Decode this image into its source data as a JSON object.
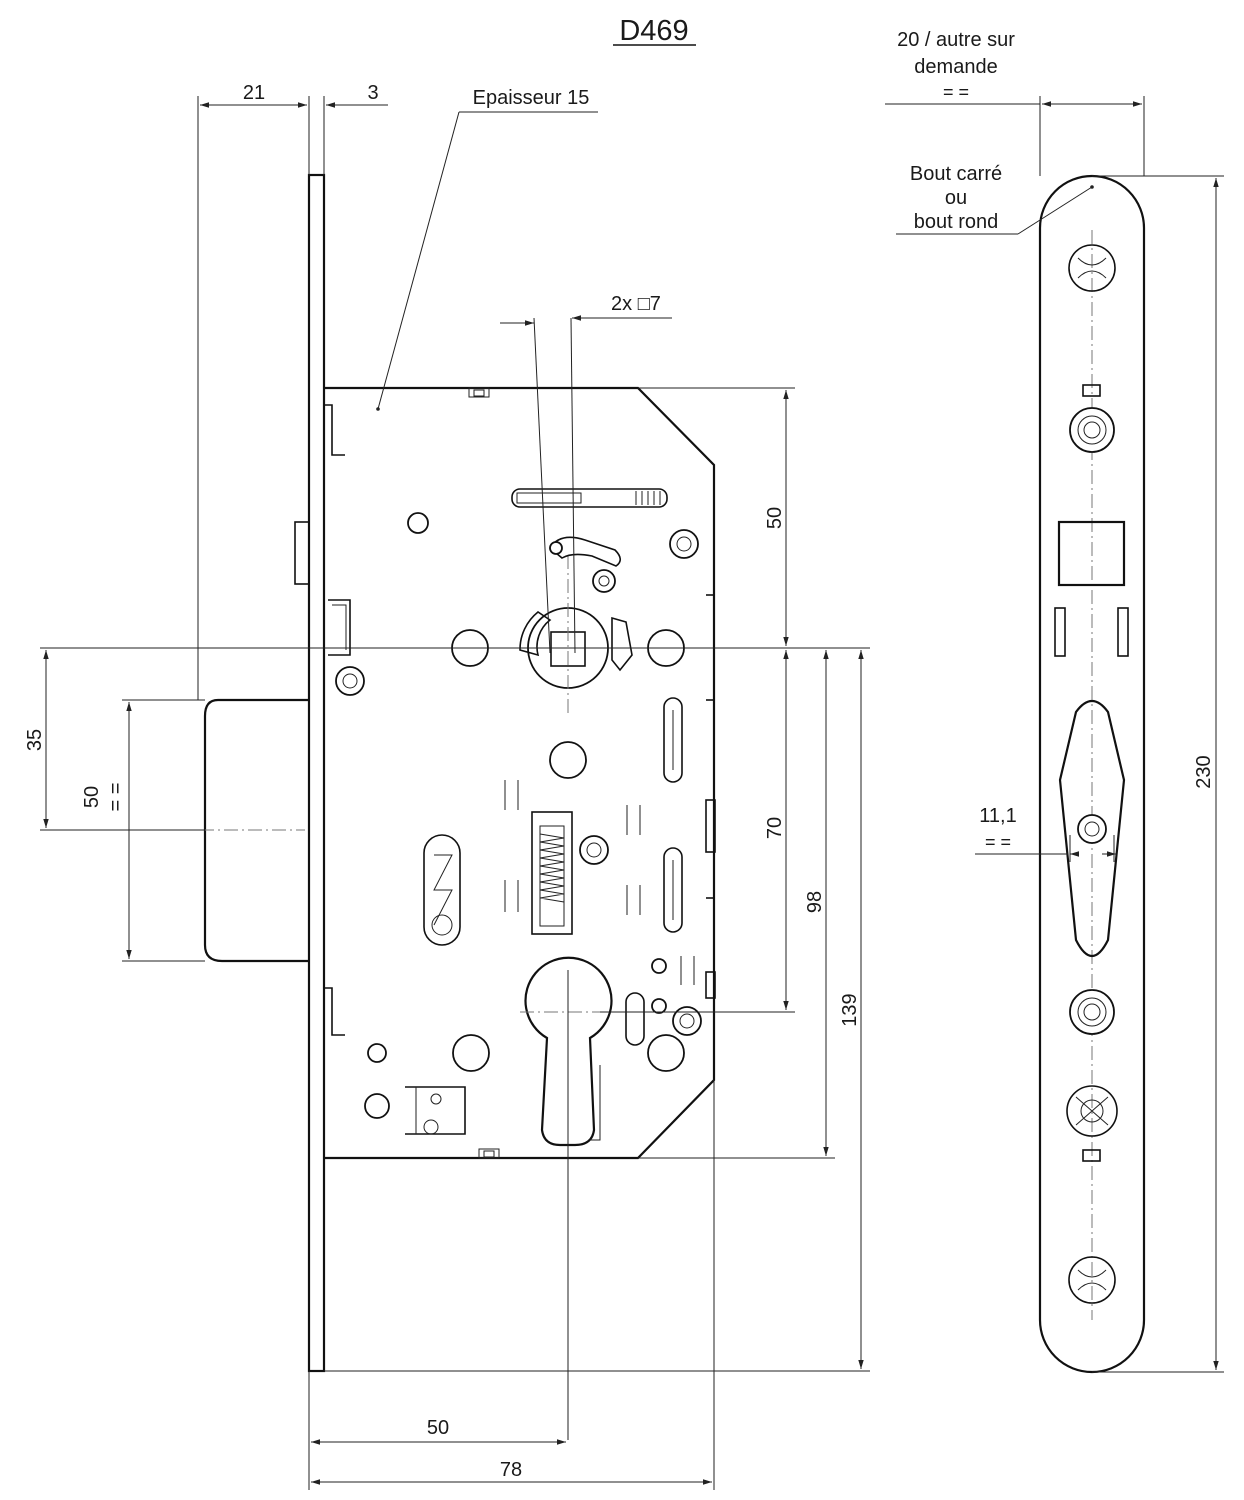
{
  "title": "D469",
  "labels": {
    "thickness": "Epaisseur 15",
    "square": "2x □7",
    "faceplate_width_line1": "20 / autre sur",
    "faceplate_width_line2": "demande",
    "faceplate_width_sym": "= =",
    "end_line1": "Bout carré",
    "end_line2": "ou",
    "end_line3": "bout rond",
    "slot_width": "11,1",
    "slot_width_sym": "= =",
    "latch_sym": "= ="
  },
  "dimensions": {
    "d_21": "21",
    "d_3": "3",
    "d_50_top": "50",
    "d_70": "70",
    "d_98": "98",
    "d_139": "139",
    "d_230": "230",
    "d_35": "35",
    "d_50_latch": "50",
    "d_50_bottom": "50",
    "d_78": "78"
  }
}
